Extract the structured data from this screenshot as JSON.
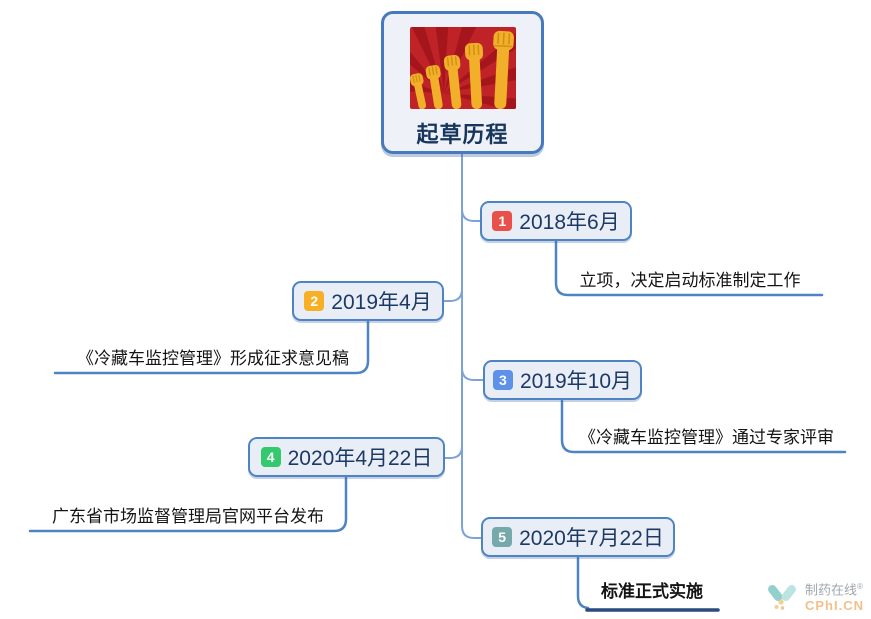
{
  "root": {
    "title": "起草历程",
    "image": "raised-fists"
  },
  "timeline": [
    {
      "badge": "1",
      "badge_color": "#e8504a",
      "date": "2018年6月",
      "detail": "立项，决定启动标准制定工作"
    },
    {
      "badge": "2",
      "badge_color": "#f7af24",
      "date": "2019年4月",
      "detail": "《冷藏车监控管理》形成征求意见稿"
    },
    {
      "badge": "3",
      "badge_color": "#5e91e8",
      "date": "2019年10月",
      "detail": "《冷藏车监控管理》通过专家评审"
    },
    {
      "badge": "4",
      "badge_color": "#33c96e",
      "date": "2020年4月22日",
      "detail": "广东省市场监督管理局官网平台发布"
    },
    {
      "badge": "5",
      "badge_color": "#75a9ac",
      "date": "2020年7月22日",
      "detail": "标准正式实施"
    }
  ],
  "watermark": {
    "brand": "制药在线",
    "reg": "®",
    "site": "CPhI.CN"
  },
  "colors": {
    "node_border": "#4e84c4",
    "node_bg": "#e9eef6",
    "connector": "#7da2d8",
    "underline": "#4e84c4",
    "final_underline": "#2b4a7d",
    "node_text": "#1d3a66"
  }
}
